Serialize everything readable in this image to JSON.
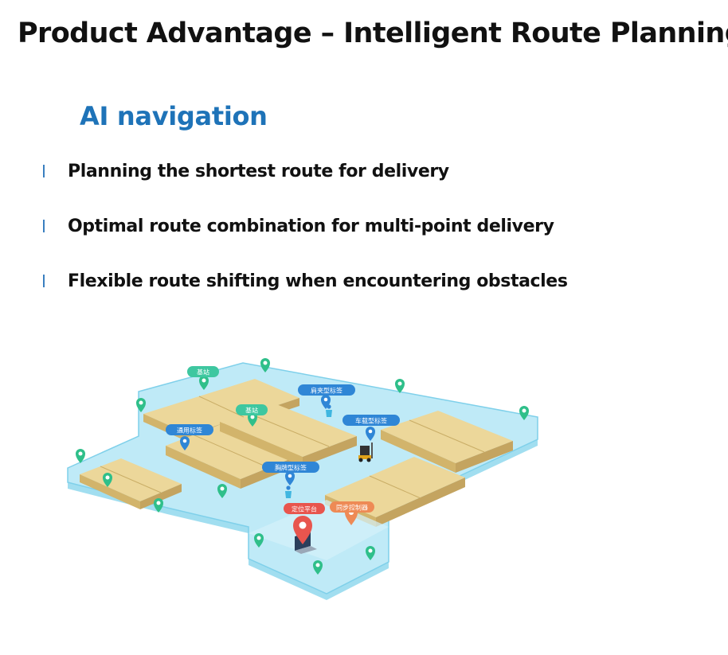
{
  "slide": {
    "title": "Product Advantage – Intelligent Route Planning",
    "subtitle": "AI navigation",
    "bullets": [
      "Planning the shortest route for delivery",
      "Optimal route combination for multi-point delivery",
      "Flexible route shifting when encountering obstacles"
    ]
  },
  "map": {
    "labels": {
      "base_station_1": "基站",
      "base_station_2": "基站",
      "shoulder_tag": "肩夹型标签",
      "vehicle_tag": "车载型标签",
      "general_tag": "通用标签",
      "badge_tag": "胸牌型标签",
      "positioning_platform": "定位平台",
      "sync_controller": "同步控制器"
    },
    "colors": {
      "floor": "#bfeaf7",
      "wall": "#8ad6ec",
      "shelf": "#ecd79a",
      "base_label": "#3ec7a0",
      "tag_label": "#2f86d6",
      "platform_label": "#e8554e",
      "controller_label": "#ee8a55",
      "anchor_pin": "#2fbf8a"
    },
    "icons": [
      "anchor-pin-icon",
      "tag-pin-icon",
      "location-pin-icon",
      "forklift-icon",
      "laptop-icon",
      "person-icon"
    ]
  }
}
